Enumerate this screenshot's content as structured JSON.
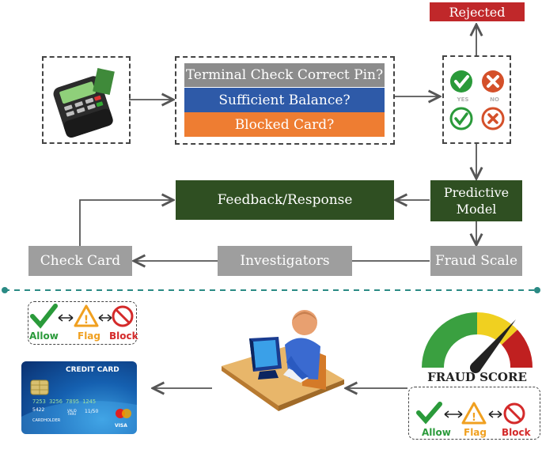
{
  "top": {
    "rejected": "Rejected",
    "checks": [
      "Terminal Check Correct Pin?",
      "Sufficient Balance?",
      "Blocked Card?"
    ],
    "check_colors": [
      "#8c8c8c",
      "#2e5aa8",
      "#ee7d32"
    ],
    "decision": {
      "yes": "YES",
      "no": "NO"
    },
    "predictive": "Predictive Model",
    "feedback": "Feedback/Response",
    "fraud_scale": "Fraud Scale",
    "investigators": "Investigators",
    "check_card": "Check Card"
  },
  "bottom": {
    "legend": {
      "allow": "Allow",
      "flag": "Flag",
      "block": "Block"
    },
    "card": {
      "title": "CREDIT CARD",
      "number": "7253 3256 7895 1245",
      "code": "5422",
      "valid": "VALID THRU",
      "expiry": "11/50",
      "holder": "CARDHOLDER",
      "brand": "VISA"
    },
    "gauge_label": "FRAUD SCORE",
    "gauge_legend": {
      "allow": "Allow",
      "flag": "Flag",
      "block": "Block"
    }
  },
  "colors": {
    "dark_green": "#2f4f22",
    "grey_box": "#9e9e9e",
    "rejected": "#c0282a",
    "divider": "#2a8a84",
    "allow": "#2a9a3a",
    "flag": "#f0a020",
    "block": "#d42a2a"
  }
}
